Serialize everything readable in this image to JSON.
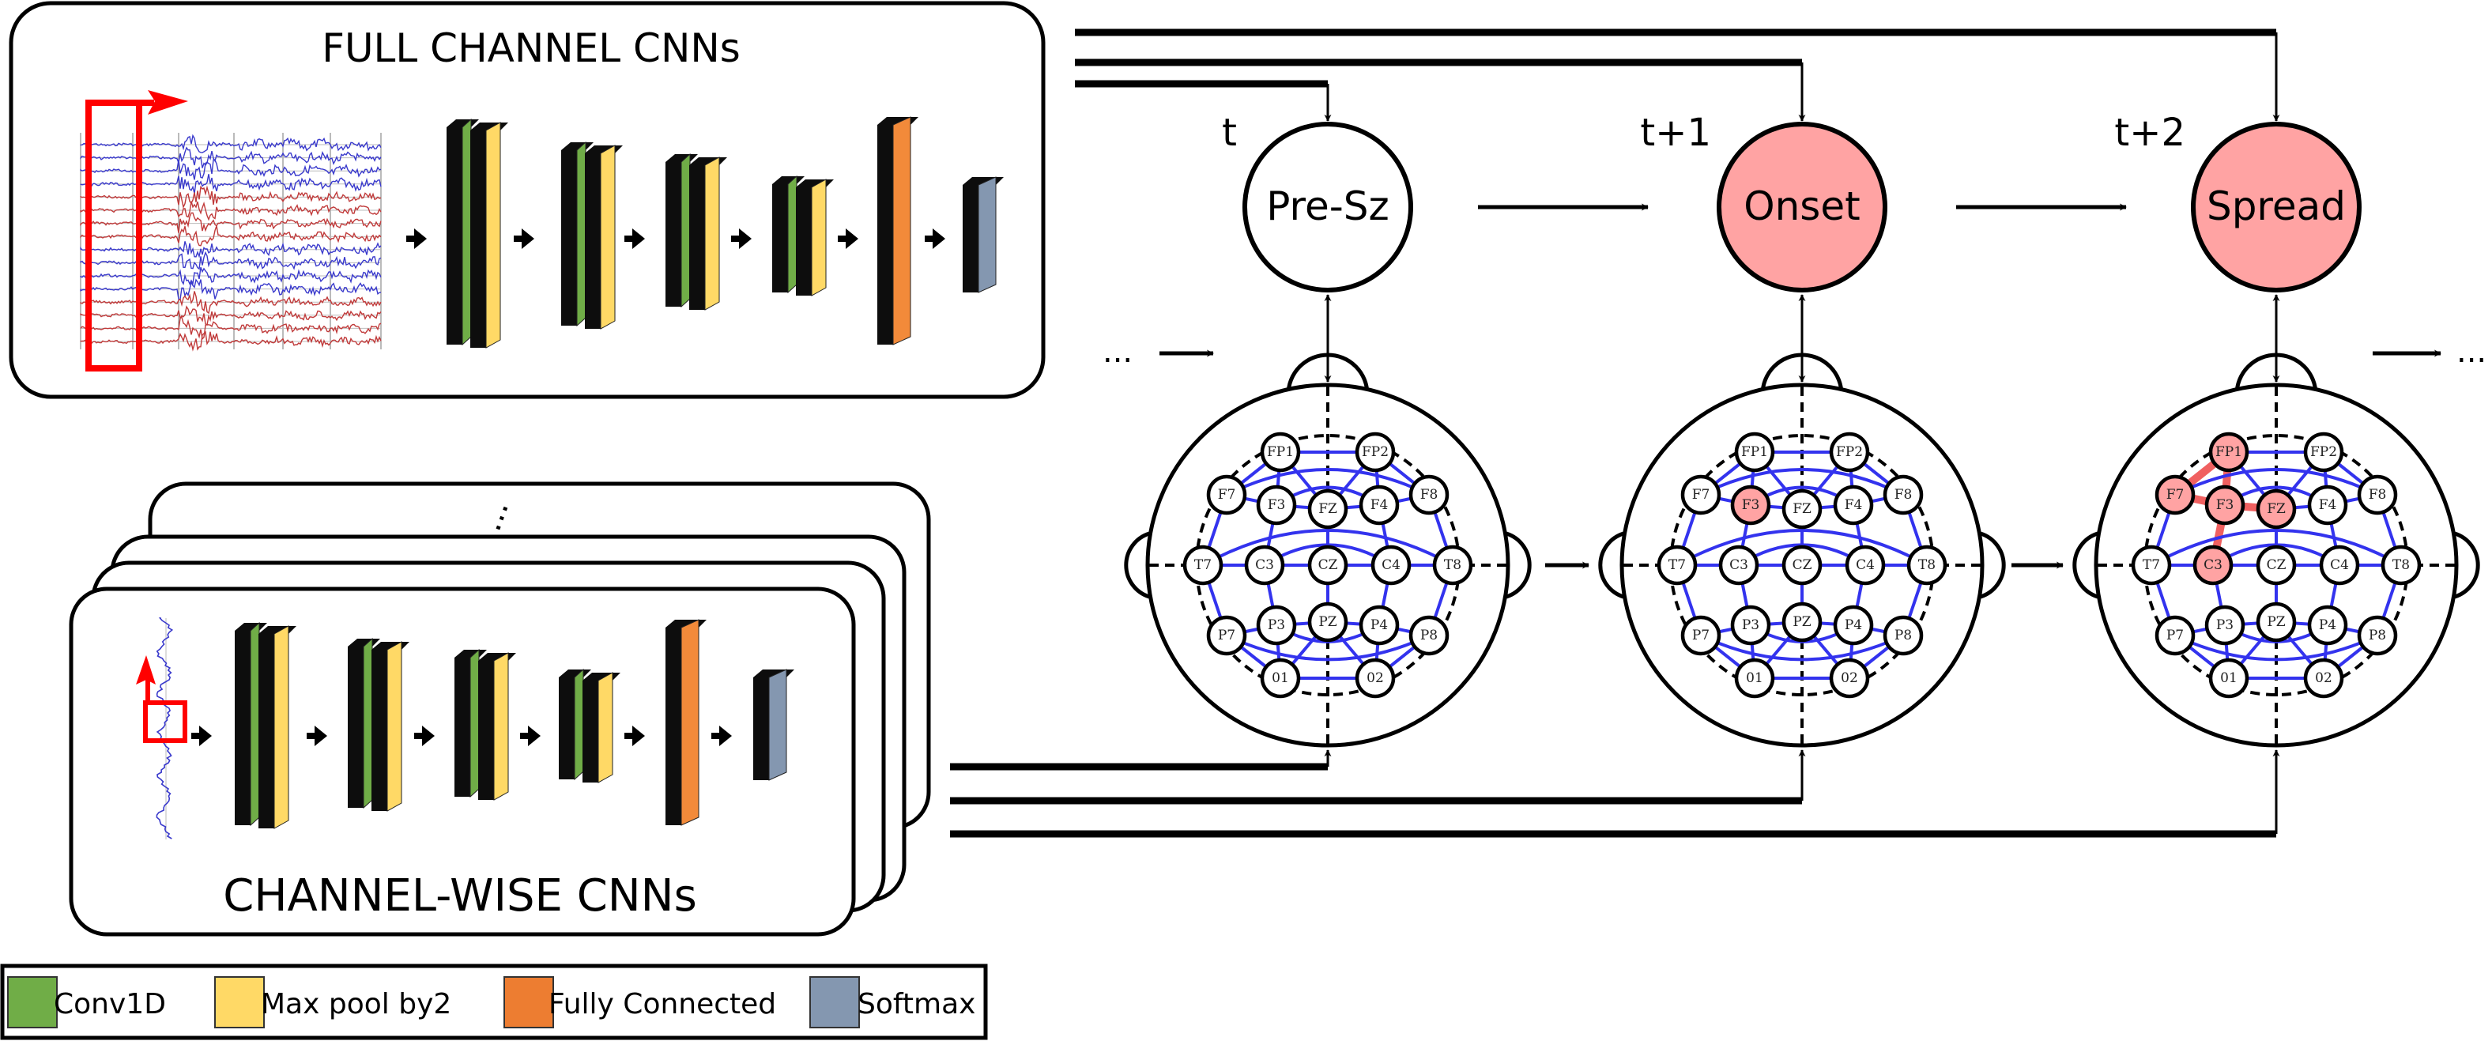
{
  "colors": {
    "conv1d": "#70ad47",
    "maxpool": "#ffd966",
    "fully_connected": "#f28a3a",
    "softmax": "#8497b0",
    "layer_side": "#0d0d0d",
    "state_active": "#ffa3a3",
    "state_inactive": "#ffffff",
    "electrode_active": "#ffa3a3",
    "edge_blue": "#3333ee",
    "edge_red": "#f06060",
    "eeg_blue": "#3a3acc",
    "eeg_red": "#c03a3a",
    "window": "#ff0000"
  },
  "full_channel": {
    "title": "FULL CHANNEL CNNs",
    "layers": [
      "conv-pool",
      "conv-pool",
      "conv-pool",
      "conv-pool",
      "fc",
      "softmax"
    ],
    "eeg_channel_colors": [
      "blue",
      "blue",
      "blue",
      "blue",
      "red",
      "red",
      "red",
      "red",
      "blue",
      "blue",
      "blue",
      "blue",
      "red",
      "red",
      "red",
      "red"
    ]
  },
  "channel_wise": {
    "title": "CHANNEL-WISE CNNs",
    "stack_ellipsis": "...",
    "layers": [
      "conv-pool",
      "conv-pool",
      "conv-pool",
      "conv-pool",
      "fc",
      "softmax"
    ]
  },
  "legend": {
    "items": [
      {
        "label": "Conv1D",
        "color": "#70ad47"
      },
      {
        "label": "Max pool by2",
        "color": "#ffd966"
      },
      {
        "label": "Fully Connected",
        "color": "#ed7d31"
      },
      {
        "label": "Softmax",
        "color": "#8497b0"
      }
    ]
  },
  "timeline": {
    "leading_ellipsis": "...",
    "trailing_ellipsis": "...",
    "states": [
      {
        "time_label": "t",
        "state_label": "Pre-Sz",
        "active": false
      },
      {
        "time_label": "t+1",
        "state_label": "Onset",
        "active": true
      },
      {
        "time_label": "t+2",
        "state_label": "Spread",
        "active": true
      }
    ]
  },
  "montage": {
    "electrodes": [
      "FP1",
      "FP2",
      "F7",
      "F3",
      "FZ",
      "F4",
      "F8",
      "T7",
      "C3",
      "CZ",
      "C4",
      "T8",
      "P7",
      "P3",
      "PZ",
      "P4",
      "P8",
      "01",
      "02"
    ],
    "edges": [
      [
        "FP1",
        "FP2"
      ],
      [
        "FP1",
        "F7"
      ],
      [
        "FP1",
        "F3"
      ],
      [
        "FP1",
        "FZ"
      ],
      [
        "FP2",
        "F8"
      ],
      [
        "FP2",
        "F4"
      ],
      [
        "FP2",
        "FZ"
      ],
      [
        "F7",
        "F3"
      ],
      [
        "F3",
        "FZ"
      ],
      [
        "FZ",
        "F4"
      ],
      [
        "F4",
        "F8"
      ],
      [
        "F7",
        "F8"
      ],
      [
        "F3",
        "F4"
      ],
      [
        "F7",
        "T7"
      ],
      [
        "F8",
        "T8"
      ],
      [
        "F3",
        "C3"
      ],
      [
        "FZ",
        "CZ"
      ],
      [
        "F4",
        "C4"
      ],
      [
        "T7",
        "C3"
      ],
      [
        "C3",
        "CZ"
      ],
      [
        "CZ",
        "C4"
      ],
      [
        "C4",
        "T8"
      ],
      [
        "T7",
        "T8"
      ],
      [
        "C3",
        "C4"
      ],
      [
        "T7",
        "P7"
      ],
      [
        "T8",
        "P8"
      ],
      [
        "C3",
        "P3"
      ],
      [
        "CZ",
        "PZ"
      ],
      [
        "C4",
        "P4"
      ],
      [
        "P7",
        "P3"
      ],
      [
        "P3",
        "PZ"
      ],
      [
        "PZ",
        "P4"
      ],
      [
        "P4",
        "P8"
      ],
      [
        "P7",
        "P8"
      ],
      [
        "P3",
        "P4"
      ],
      [
        "P7",
        "01"
      ],
      [
        "P3",
        "01"
      ],
      [
        "PZ",
        "01"
      ],
      [
        "PZ",
        "02"
      ],
      [
        "P4",
        "02"
      ],
      [
        "P8",
        "02"
      ],
      [
        "01",
        "02"
      ]
    ],
    "snapshots": [
      {
        "active_electrodes": [],
        "active_edges": []
      },
      {
        "active_electrodes": [
          "F3"
        ],
        "active_edges": []
      },
      {
        "active_electrodes": [
          "FP1",
          "F7",
          "F3",
          "FZ",
          "C3"
        ],
        "active_edges": [
          [
            "FP1",
            "F7"
          ],
          [
            "FP1",
            "F3"
          ],
          [
            "F7",
            "F3"
          ],
          [
            "F3",
            "FZ"
          ],
          [
            "F3",
            "C3"
          ]
        ]
      }
    ]
  }
}
